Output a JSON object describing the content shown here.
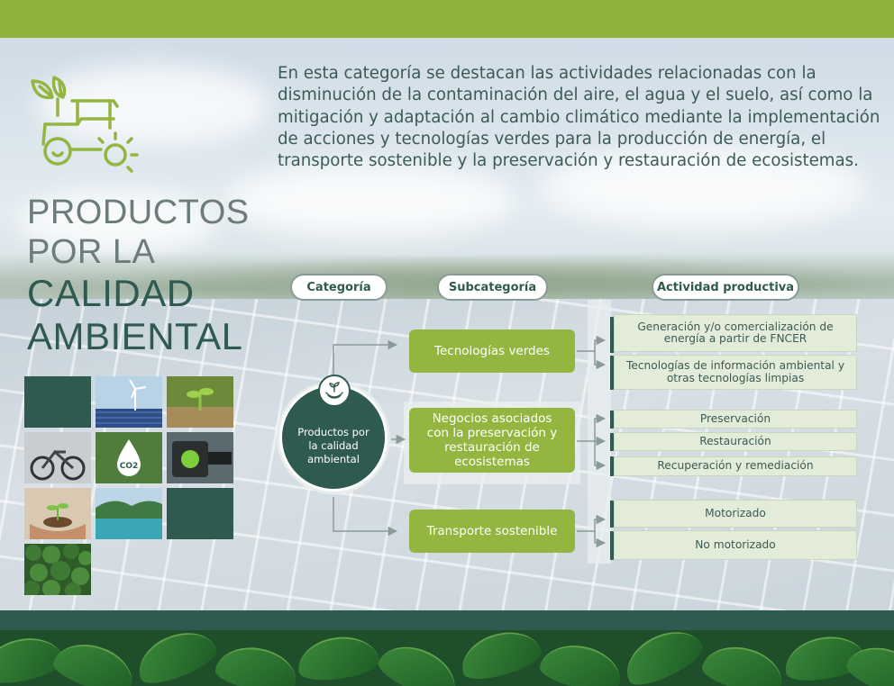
{
  "intro_text": "En esta categoría se destacan las actividades relacionadas con la disminución de la contaminación del aire, el agua y el suelo, así como la mitigación y adaptación al cambio climático mediante la implementación de acciones y tecnologías verdes para la producción de energía, el transporte sostenible y la preservación y restauración de ecosistemas.",
  "title": {
    "line1": "PRODUCTOS",
    "line2": "POR LA",
    "line3": "CALIDAD",
    "line4": "AMBIENTAL"
  },
  "headers": {
    "category": "Categoría",
    "subcategory": "Subcategoría",
    "activity": "Actividad productiva"
  },
  "category_label": "Productos por la calidad ambiental",
  "subcategories": [
    {
      "label": "Tecnologías verdes",
      "activities": [
        "Generación y/o comercialización de energía a partir de FNCER",
        "Tecnologías de información ambiental y otras tecnologías limpias"
      ]
    },
    {
      "label": "Negocios asociados con la preservación y restauración de ecosistemas",
      "activities": [
        "Preservación",
        "Restauración",
        "Recuperación y remediación"
      ]
    },
    {
      "label": "Transporte sostenible",
      "activities": [
        "Motorizado",
        "No motorizado"
      ]
    }
  ],
  "thumb_co2": "CO2",
  "icons": {
    "tractor": "tractor-leaf-sun-icon",
    "category_badge": "hands-plant-icon"
  },
  "colors": {
    "accent_green": "#93b640",
    "dark_green": "#2f5a50",
    "top_band": "#8db33a",
    "text": "#3c5b55"
  }
}
